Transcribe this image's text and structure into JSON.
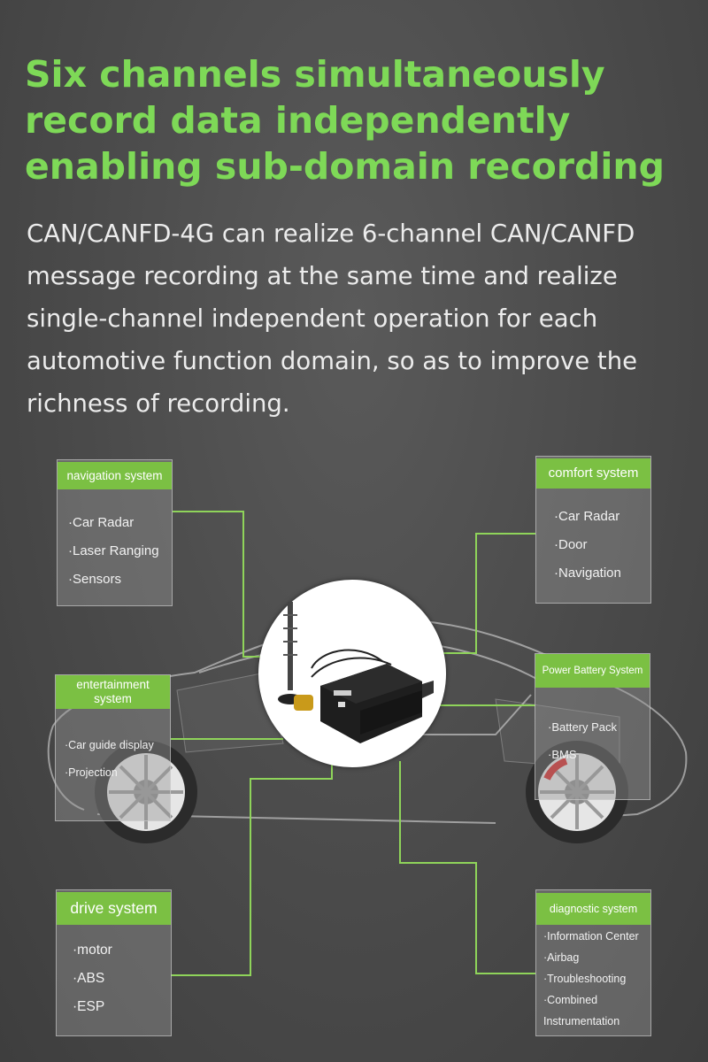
{
  "headline": "Six channels simultaneously record data independently enabling sub-domain recording",
  "description": "CAN/CANFD-4G can realize 6-channel CAN/CANFD message recording at the same time and realize single-channel independent operation for each automotive function domain, so as to improve the richness of recording.",
  "colors": {
    "accent": "#7bc043",
    "headline": "#7ed957",
    "background": "#4a4a4a"
  },
  "navigation": {
    "title": "navigation system",
    "items": [
      "·Car Radar",
      "·Laser Ranging",
      "·Sensors"
    ]
  },
  "comfort": {
    "title": "comfort system",
    "items": [
      "·Car Radar",
      "·Door",
      "·Navigation"
    ]
  },
  "entertainment": {
    "title": "entertainment system",
    "items": [
      "·Car guide display",
      "·Projection"
    ]
  },
  "battery": {
    "title": "Power Battery System",
    "items": [
      "·Battery Pack",
      "·BMS"
    ]
  },
  "drive": {
    "title": "drive system",
    "items": [
      "·motor",
      "·ABS",
      "·ESP"
    ]
  },
  "diagnostic": {
    "title": "diagnostic system",
    "items": [
      "·Information Center",
      "·Airbag",
      "·Troubleshooting",
      "·Combined Instrumentation"
    ]
  },
  "device": {
    "icon": "can-recorder-device-with-antenna"
  }
}
